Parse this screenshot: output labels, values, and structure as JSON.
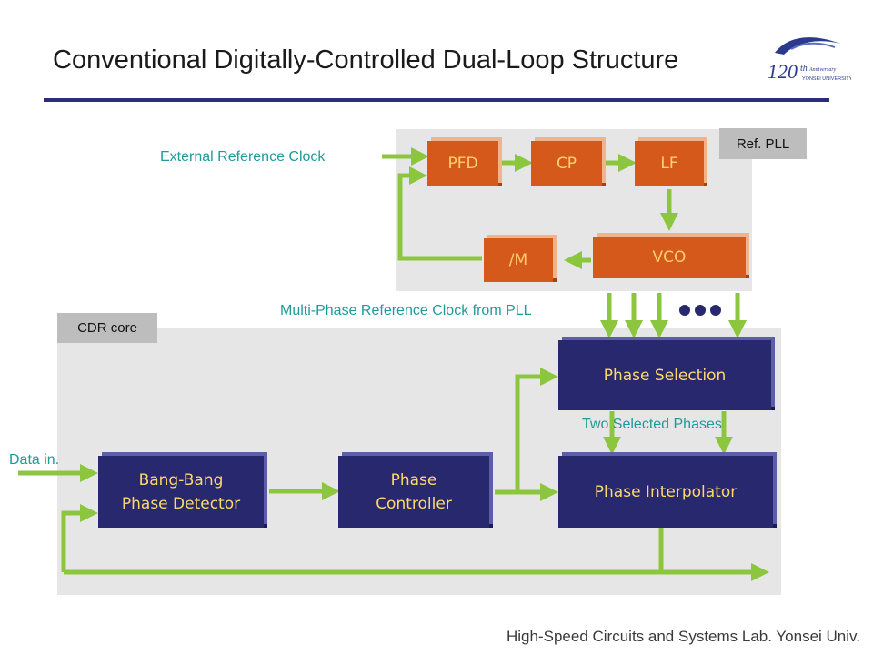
{
  "title": "Conventional Digitally-Controlled Dual-Loop Structure",
  "footer": "High-Speed Circuits and Systems Lab. Yonsei Univ.",
  "logo": {
    "text": "120th Anniversary YONSEI UNIVERSITY",
    "color": "#2b3a8c"
  },
  "ref_pll": {
    "tag": "Ref. PLL",
    "input_label": "External Reference Clock",
    "blocks": {
      "pfd": "PFD",
      "cp": "CP",
      "lf": "LF",
      "div": "/M",
      "vco": "VCO"
    }
  },
  "multi_phase_label": "Multi-Phase Reference Clock from PLL",
  "cdr": {
    "tag": "CDR core",
    "data_in_label": "Data in.",
    "blocks": {
      "bbpd": "Bang-Bang\nPhase Detector",
      "phase_ctrl": "Phase\nController",
      "phase_sel": "Phase Selection",
      "phase_interp": "Phase Interpolator"
    },
    "two_phases_label": "Two Selected Phases"
  },
  "colors": {
    "arrow": "#8cc63f",
    "orange_block": "#d4591a",
    "navy_block": "#27286e",
    "label": "#1f9a9a",
    "title_rule": "#2b2d7a"
  }
}
